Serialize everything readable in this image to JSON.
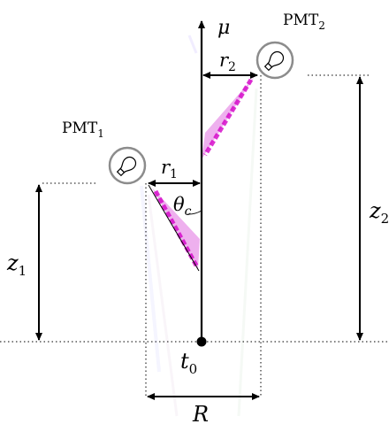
{
  "labels": {
    "muon": "μ",
    "pmt1": "PMT",
    "pmt1_sub": "1",
    "pmt2": "PMT",
    "pmt2_sub": "2",
    "r1": "r",
    "r1_sub": "1",
    "r2": "r",
    "r2_sub": "2",
    "theta": "θ",
    "theta_sub": "c",
    "z1": "z",
    "z1_sub": "1",
    "z2": "z",
    "z2_sub": "2",
    "t0": "t",
    "t0_sub": "0",
    "R": "R"
  },
  "colors": {
    "track": "#000000",
    "cherenkov": "#d400c8",
    "pmt_ring": "#8c8c8c",
    "dotted": "#000000"
  },
  "icons": {
    "pmt1": "lightbulb-icon",
    "pmt2": "lightbulb-icon"
  }
}
